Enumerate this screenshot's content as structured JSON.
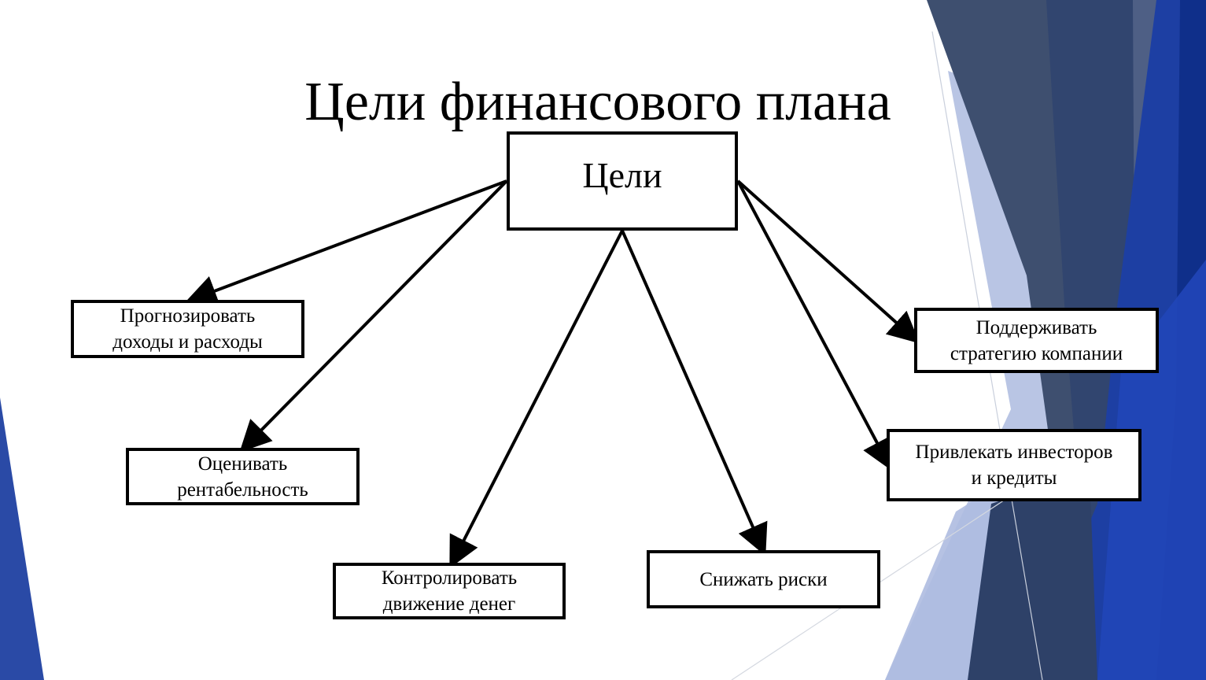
{
  "title": "Цели финансового плана",
  "center_node": "Цели",
  "goals": [
    "Прогнозировать\nдоходы и расходы",
    "Оценивать\nрентабельность",
    "Контролировать\nдвижение денег",
    "Снижать риски",
    "Поддерживать\nстратегию компании",
    "Привлекать инвесторов\nи кредиты"
  ],
  "colors": {
    "text": "#000000",
    "box_border": "#000000",
    "decor_dark_slate": "#3d4f6e",
    "decor_blue": "#1f3f9e",
    "decor_light_blue": "#b7c3e3"
  }
}
